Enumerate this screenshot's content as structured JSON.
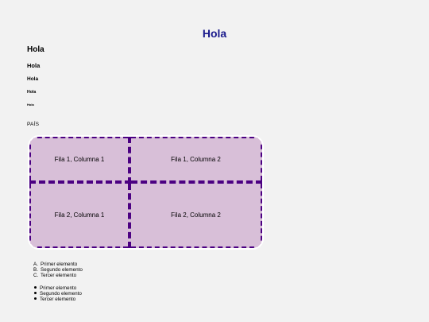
{
  "page": {
    "title": "Hola",
    "headings": [
      "Hola",
      "Hola",
      "Hola",
      "Hola",
      "Hola"
    ],
    "country_label": "PAÍS"
  },
  "table": {
    "rows": [
      [
        "Fila 1, Columna 1",
        "Fila 1, Columna 2"
      ],
      [
        "Fila 2, Columna 1",
        "Fila 2, Columna 2"
      ]
    ]
  },
  "ordered_list": {
    "markers": [
      "A.",
      "B.",
      "C."
    ],
    "items": [
      "Primer elemento",
      "Segundo elemento",
      "Tercer elemento"
    ]
  },
  "unordered_list": {
    "items": [
      "Primer elemento",
      "Segundo elemento",
      "Tercer elemento"
    ]
  },
  "colors": {
    "title": "#1a1a8c",
    "table_background": "#d8bfd8",
    "table_border": "#4b0082",
    "page_background": "#f2f2f2"
  }
}
